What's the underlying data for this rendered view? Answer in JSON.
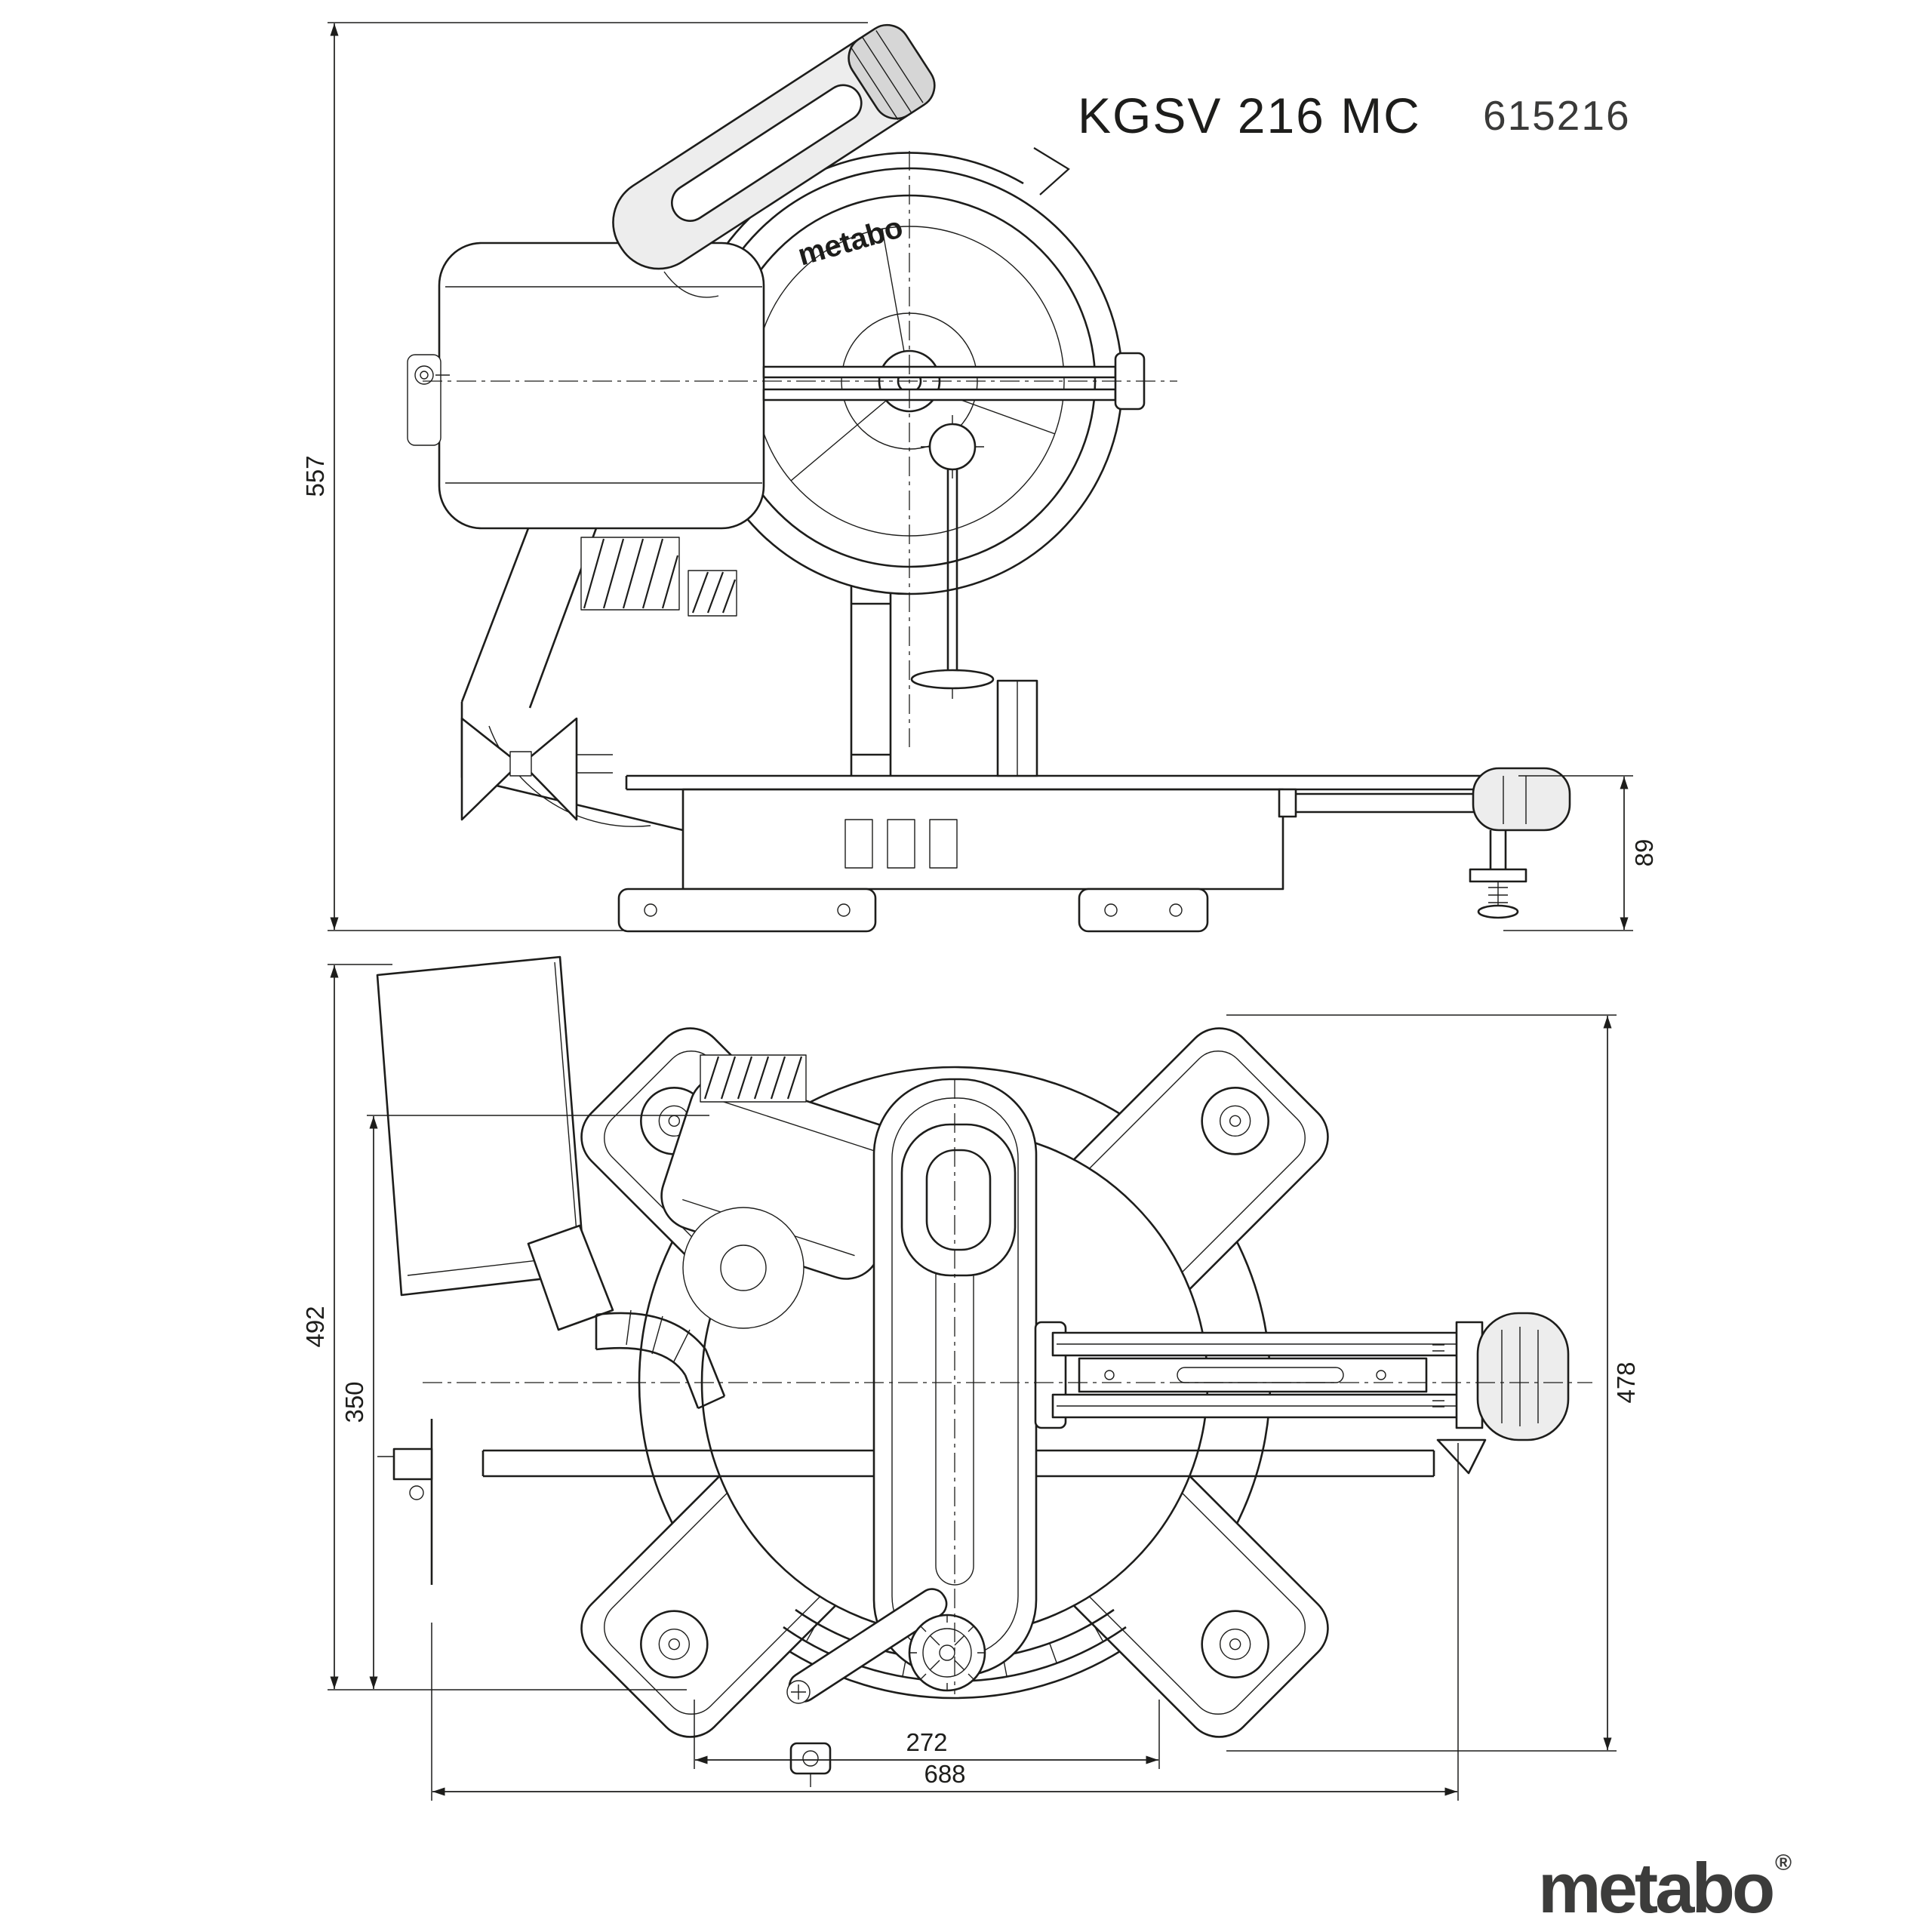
{
  "document": {
    "product_model": "KGSV 216 MC",
    "article_number": "615216"
  },
  "side_view": {
    "machine_label": "metabo",
    "dim_height": "557",
    "dim_table_height": "89"
  },
  "top_view": {
    "dim_depth_overall": "492",
    "dim_depth_inner": "350",
    "dim_width_right": "478",
    "dim_length_inner": "272",
    "dim_length_overall": "688"
  },
  "brand": {
    "logo_text": "metabo",
    "registered_mark": "®"
  },
  "colors": {
    "line": "#1d1d1b",
    "brand_gray": "#3c3c3b",
    "background": "#ffffff",
    "fill_light": "#ededed"
  }
}
